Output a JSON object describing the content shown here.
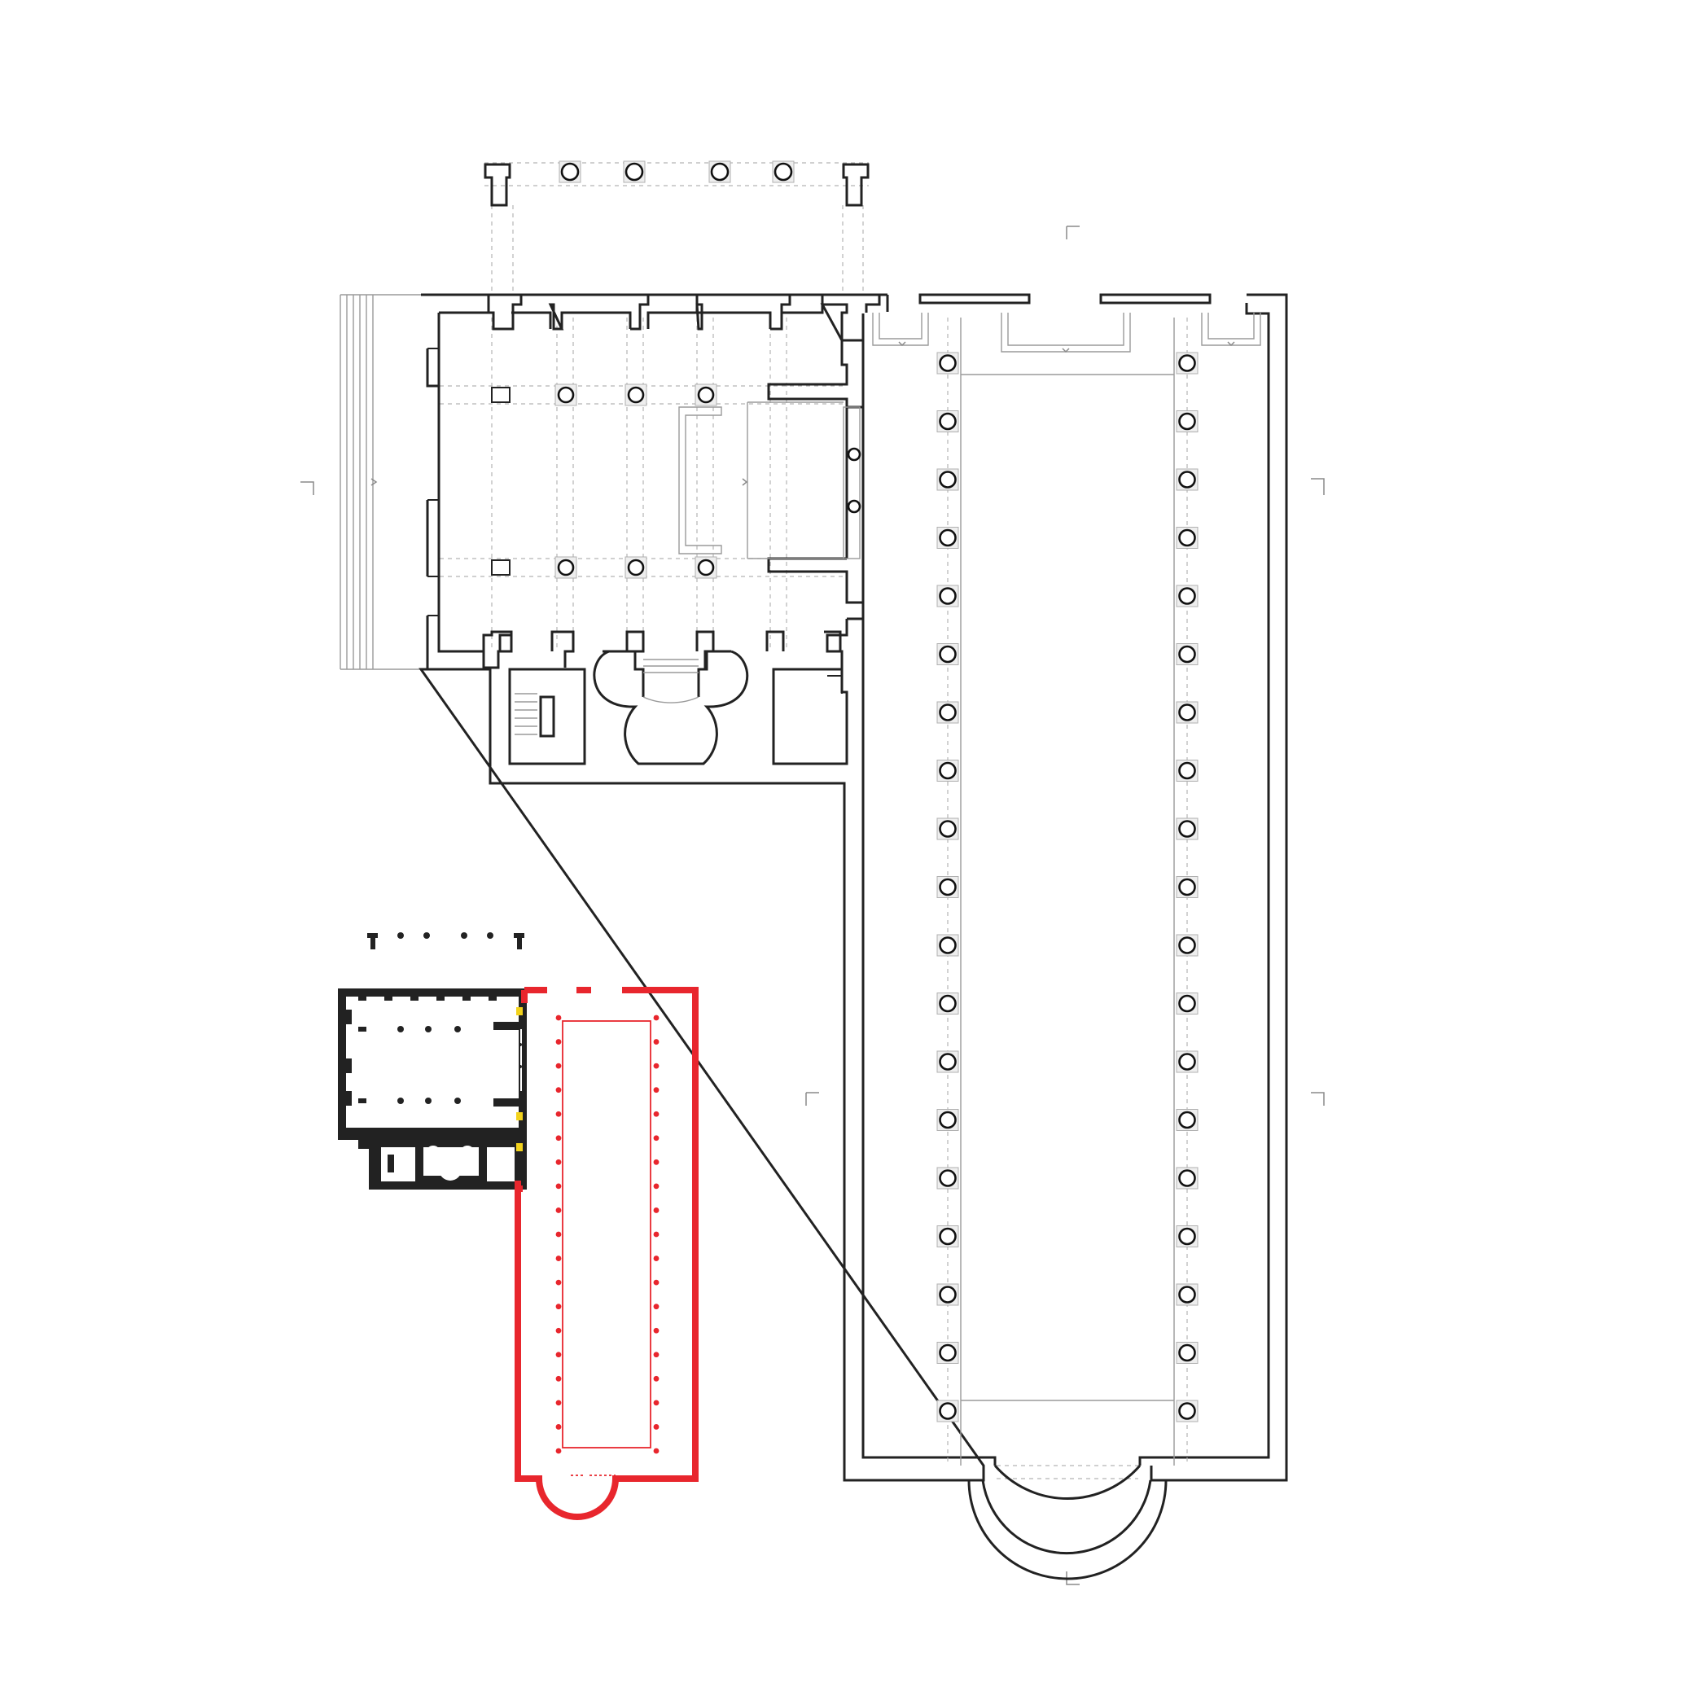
{
  "drawing": {
    "type": "architectural floor plan",
    "text": [],
    "colors": {
      "existing_walls": "#222222",
      "hidden_lines": "#b4b4b4",
      "new_basilica_highlight": "#e8262d",
      "connection_highlight": "#f2d21b",
      "background": "#ffffff"
    },
    "main_plan": {
      "portico_columns": 4,
      "hall_columns_per_row": 3,
      "hall_column_rows": 2,
      "basilica_columns_per_side": 19,
      "basilica_apse": "semicircular"
    },
    "key_plan": {
      "existing_block": "black",
      "added_basilica": "red",
      "basilica_dots_per_side": 19
    }
  }
}
